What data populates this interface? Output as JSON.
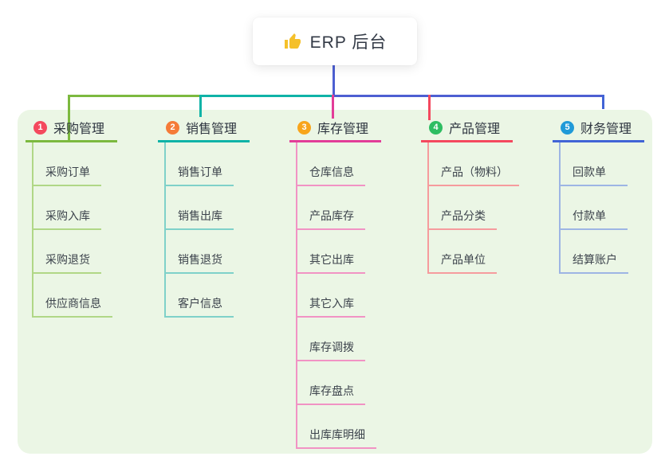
{
  "root": {
    "title": "ERP 后台",
    "icon": "thumbs-up",
    "icon_color": "#f5c02a",
    "connector_color": "#4d5fd2"
  },
  "panel": {
    "background": "#ebf6e5"
  },
  "branches": [
    {
      "num": "1",
      "label": "采购管理",
      "badge_color": "#f4495e",
      "line_color": "#7cb93f",
      "sub_line_color": "#b0d786",
      "items": [
        "采购订单",
        "采购入库",
        "采购退货",
        "供应商信息"
      ]
    },
    {
      "num": "2",
      "label": "销售管理",
      "badge_color": "#f57b38",
      "line_color": "#0fb3a7",
      "sub_line_color": "#7fd1c9",
      "items": [
        "销售订单",
        "销售出库",
        "销售退货",
        "客户信息"
      ]
    },
    {
      "num": "3",
      "label": "库存管理",
      "badge_color": "#f8a51b",
      "line_color": "#e23d98",
      "sub_line_color": "#f193c4",
      "items": [
        "仓库信息",
        "产品库存",
        "其它出库",
        "其它入库",
        "库存调拨",
        "库存盘点",
        "出库库明细"
      ]
    },
    {
      "num": "4",
      "label": "产品管理",
      "badge_color": "#2ebd62",
      "line_color": "#f4485e",
      "sub_line_color": "#f69b9d",
      "items": [
        "产品（物料）",
        "产品分类",
        "产品单位"
      ]
    },
    {
      "num": "5",
      "label": "财务管理",
      "badge_color": "#209ad8",
      "line_color": "#4164d6",
      "sub_line_color": "#9db5e4",
      "items": [
        "回款单",
        "付款单",
        "结算账户"
      ]
    }
  ]
}
